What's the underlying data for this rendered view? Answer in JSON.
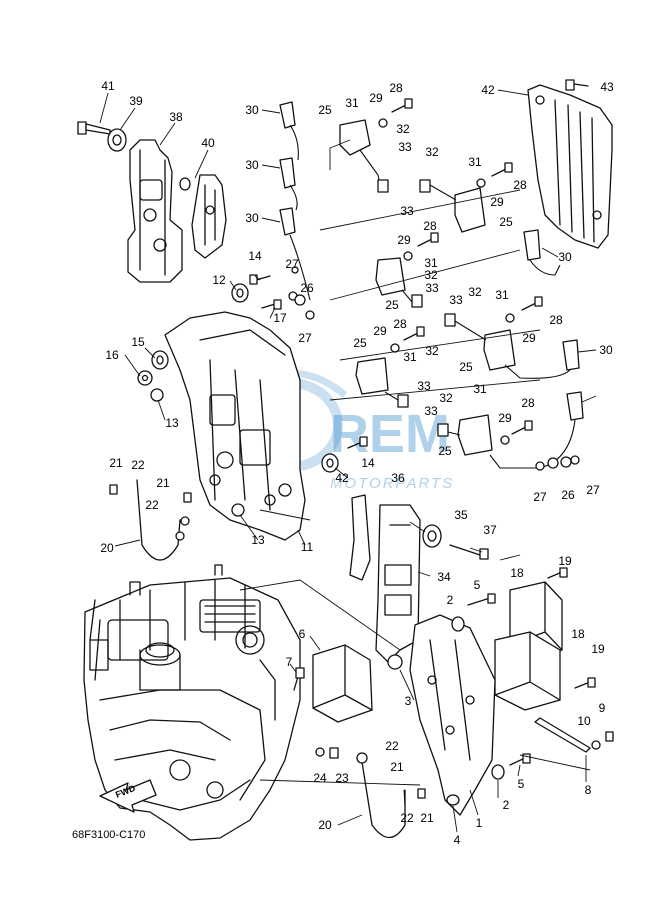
{
  "diagram": {
    "code": "68F3100-C170",
    "forward_arrow_label": "FWD",
    "watermark": {
      "brand": "REM",
      "tagline": "MOTORPARTS"
    },
    "callouts": [
      {
        "id": "c41",
        "label": "41"
      },
      {
        "id": "c39",
        "label": "39"
      },
      {
        "id": "c38",
        "label": "38"
      },
      {
        "id": "c40",
        "label": "40"
      },
      {
        "id": "c30a",
        "label": "30"
      },
      {
        "id": "c30b",
        "label": "30"
      },
      {
        "id": "c30c",
        "label": "30"
      },
      {
        "id": "c30d",
        "label": "30"
      },
      {
        "id": "c30e",
        "label": "30"
      },
      {
        "id": "c25a",
        "label": "25"
      },
      {
        "id": "c31a",
        "label": "31"
      },
      {
        "id": "c29a",
        "label": "29"
      },
      {
        "id": "c28a",
        "label": "28"
      },
      {
        "id": "c32a",
        "label": "32"
      },
      {
        "id": "c33a",
        "label": "33"
      },
      {
        "id": "c42a",
        "label": "42"
      },
      {
        "id": "c43",
        "label": "43"
      },
      {
        "id": "c32b",
        "label": "32"
      },
      {
        "id": "c31b",
        "label": "31"
      },
      {
        "id": "c28b",
        "label": "28"
      },
      {
        "id": "c29b",
        "label": "29"
      },
      {
        "id": "c33b",
        "label": "33"
      },
      {
        "id": "c25b",
        "label": "25"
      },
      {
        "id": "c28c",
        "label": "28"
      },
      {
        "id": "c29c",
        "label": "29"
      },
      {
        "id": "c31c",
        "label": "31"
      },
      {
        "id": "c32c",
        "label": "32"
      },
      {
        "id": "c33c",
        "label": "33"
      },
      {
        "id": "c25c",
        "label": "25"
      },
      {
        "id": "c14a",
        "label": "14"
      },
      {
        "id": "c12",
        "label": "12"
      },
      {
        "id": "c27a",
        "label": "27"
      },
      {
        "id": "c26a",
        "label": "26"
      },
      {
        "id": "c17",
        "label": "17"
      },
      {
        "id": "c27b",
        "label": "27"
      },
      {
        "id": "c33d",
        "label": "33"
      },
      {
        "id": "c32d",
        "label": "32"
      },
      {
        "id": "c31d",
        "label": "31"
      },
      {
        "id": "c28d",
        "label": "28"
      },
      {
        "id": "c29d",
        "label": "29"
      },
      {
        "id": "c25d",
        "label": "25"
      },
      {
        "id": "c15",
        "label": "15"
      },
      {
        "id": "c16",
        "label": "16"
      },
      {
        "id": "c13a",
        "label": "13"
      },
      {
        "id": "c29e",
        "label": "29"
      },
      {
        "id": "c28e",
        "label": "28"
      },
      {
        "id": "c31e",
        "label": "31"
      },
      {
        "id": "c32e",
        "label": "32"
      },
      {
        "id": "c25e",
        "label": "25"
      },
      {
        "id": "c33e",
        "label": "33"
      },
      {
        "id": "c32f",
        "label": "32"
      },
      {
        "id": "c31f",
        "label": "31"
      },
      {
        "id": "c33f",
        "label": "33"
      },
      {
        "id": "c29f",
        "label": "29"
      },
      {
        "id": "c28f",
        "label": "28"
      },
      {
        "id": "c25f",
        "label": "25"
      },
      {
        "id": "c14b",
        "label": "14"
      },
      {
        "id": "c42b",
        "label": "42"
      },
      {
        "id": "c27c",
        "label": "27"
      },
      {
        "id": "c26b",
        "label": "26"
      },
      {
        "id": "c27d",
        "label": "27"
      },
      {
        "id": "c21a",
        "label": "21"
      },
      {
        "id": "c22a",
        "label": "22"
      },
      {
        "id": "c21b",
        "label": "21"
      },
      {
        "id": "c22b",
        "label": "22"
      },
      {
        "id": "c20a",
        "label": "20"
      },
      {
        "id": "c13b",
        "label": "13"
      },
      {
        "id": "c11",
        "label": "11"
      },
      {
        "id": "c36",
        "label": "36"
      },
      {
        "id": "c35",
        "label": "35"
      },
      {
        "id": "c37",
        "label": "37"
      },
      {
        "id": "c34",
        "label": "34"
      },
      {
        "id": "c19a",
        "label": "19"
      },
      {
        "id": "c18a",
        "label": "18"
      },
      {
        "id": "c5a",
        "label": "5"
      },
      {
        "id": "c2a",
        "label": "2"
      },
      {
        "id": "c6",
        "label": "6"
      },
      {
        "id": "c18b",
        "label": "18"
      },
      {
        "id": "c19b",
        "label": "19"
      },
      {
        "id": "c7",
        "label": "7"
      },
      {
        "id": "c3",
        "label": "3"
      },
      {
        "id": "c10",
        "label": "10"
      },
      {
        "id": "c9",
        "label": "9"
      },
      {
        "id": "c22c",
        "label": "22"
      },
      {
        "id": "c24",
        "label": "24"
      },
      {
        "id": "c23",
        "label": "23"
      },
      {
        "id": "c21c",
        "label": "21"
      },
      {
        "id": "c8",
        "label": "8"
      },
      {
        "id": "c5b",
        "label": "5"
      },
      {
        "id": "c2b",
        "label": "2"
      },
      {
        "id": "c20b",
        "label": "20"
      },
      {
        "id": "c22d",
        "label": "22"
      },
      {
        "id": "c21d",
        "label": "21"
      },
      {
        "id": "c1",
        "label": "1"
      },
      {
        "id": "c4",
        "label": "4"
      }
    ]
  }
}
